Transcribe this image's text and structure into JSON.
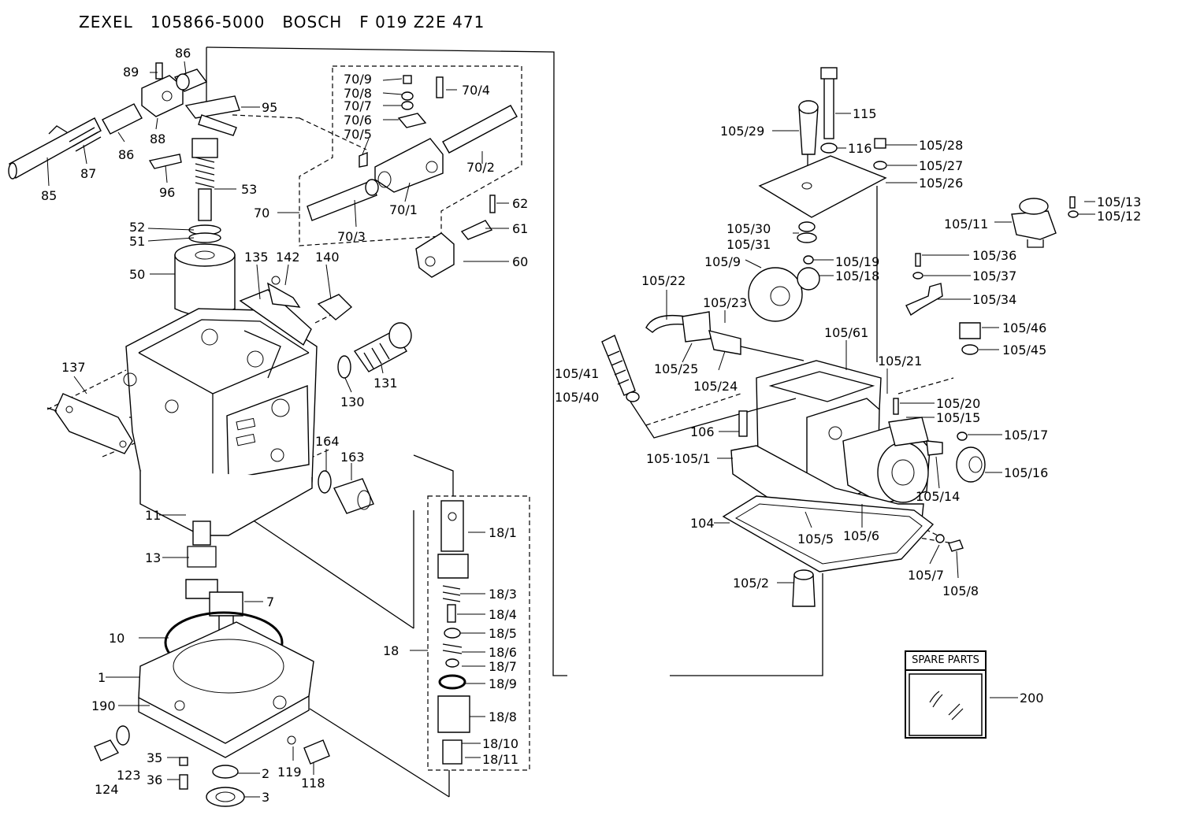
{
  "title": "ZEXEL   105866-5000   BOSCH   F 019 Z2E 471",
  "spare_parts": {
    "label": "SPARE PARTS"
  },
  "callouts": {
    "c86a": "86",
    "c89": "89",
    "c95": "95",
    "c88": "88",
    "c86b": "86",
    "c87": "87",
    "c85": "85",
    "c96": "96",
    "c53": "53",
    "c52": "52",
    "c51": "51",
    "c50": "50",
    "c70_9": "70/9",
    "c70_8": "70/8",
    "c70_7": "70/7",
    "c70_6": "70/6",
    "c70_5": "70/5",
    "c70_4": "70/4",
    "c70_2": "70/2",
    "c70_1": "70/1",
    "c70": "70",
    "c70_3": "70/3",
    "c62": "62",
    "c61": "61",
    "c60": "60",
    "c135": "135",
    "c142": "142",
    "c140": "140",
    "c137": "137",
    "c130": "130",
    "c131": "131",
    "c164": "164",
    "c163": "163",
    "c11": "11",
    "c13": "13",
    "c7": "7",
    "c10": "10",
    "c1": "1",
    "c190": "190",
    "c123": "123",
    "c124": "124",
    "c35": "35",
    "c36": "36",
    "c2": "2",
    "c3": "3",
    "c119": "119",
    "c118": "118",
    "c18_1": "18/1",
    "c18_3": "18/3",
    "c18_4": "18/4",
    "c18_5": "18/5",
    "c18": "18",
    "c18_6": "18/6",
    "c18_7": "18/7",
    "c18_9": "18/9",
    "c18_8": "18/8",
    "c18_10": "18/10",
    "c18_11": "18/11",
    "c105_29": "105/29",
    "c115": "115",
    "c116": "116",
    "c105_28": "105/28",
    "c105_27": "105/27",
    "c105_26": "105/26",
    "c105_13": "105/13",
    "c105_12": "105/12",
    "c105_11": "105/11",
    "c105_30": "105/30",
    "c105_31": "105/31",
    "c105_9": "105/9",
    "c105_19": "105/19",
    "c105_18": "105/18",
    "c105_36": "105/36",
    "c105_37": "105/37",
    "c105_34": "105/34",
    "c105_22": "105/22",
    "c105_23": "105/23",
    "c105_46": "105/46",
    "c105_45": "105/45",
    "c105_61": "105/61",
    "c105_25": "105/25",
    "c105_24": "105/24",
    "c105_21": "105/21",
    "c105_41": "105/41",
    "c105_40": "105/40",
    "c105_20": "105/20",
    "c105_15": "105/15",
    "c106": "106",
    "c105_17": "105/17",
    "c105_105_1": "105·105/1",
    "c105_16": "105/16",
    "c105_14": "105/14",
    "c104": "104",
    "c105_5": "105/5",
    "c105_6": "105/6",
    "c105_2": "105/2",
    "c105_7": "105/7",
    "c105_8": "105/8",
    "c200": "200"
  }
}
